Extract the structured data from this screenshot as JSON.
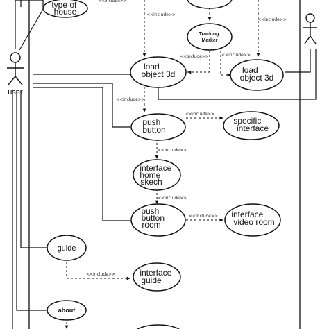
{
  "actors": {
    "user": "user",
    "right_actor": ""
  },
  "use_cases": {
    "type_of_house": [
      "type of",
      "house"
    ],
    "tracking_marker": [
      "Tracking",
      "Marker"
    ],
    "load_object_left": [
      "load",
      "object 3d"
    ],
    "load_object_right": [
      "load",
      "object 3d"
    ],
    "push_button": [
      "push",
      "button"
    ],
    "specific_interface": [
      "specific",
      "interface"
    ],
    "interface_home_skech": [
      "interface",
      "home",
      "skech"
    ],
    "push_button_room": [
      "push",
      "button",
      "room"
    ],
    "interface_video_room": [
      "interface",
      "video room"
    ],
    "guide": [
      "guide"
    ],
    "interface_guide": [
      "interface",
      "guide"
    ],
    "about": [
      "about"
    ]
  },
  "include_label": "<<include>>",
  "colors": {
    "stroke": "#111111",
    "fill": "#ffffff"
  }
}
